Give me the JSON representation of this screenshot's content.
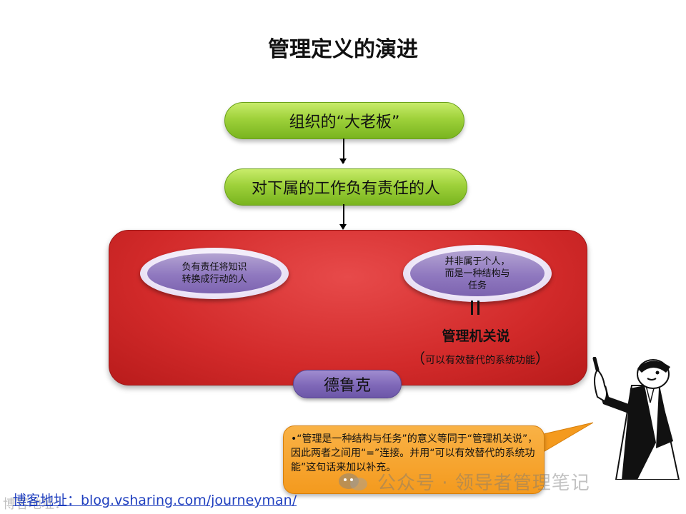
{
  "title": "管理定义的演进",
  "flow": {
    "step1": "组织的“大老板”",
    "step2": "对下属的工作负有责任的人"
  },
  "drucker": {
    "left_oval": [
      "负有责任将知识",
      "转换成行动的人"
    ],
    "right_oval": [
      "并非属于个人，",
      "而是一种结构与",
      "任务"
    ],
    "equals_symbol": "||",
    "mgmt_label": "管理机关说",
    "mgmt_sub_open": "（",
    "mgmt_sub_text": "可以有效替代的系统功能",
    "mgmt_sub_close": "）",
    "tag": "德鲁克"
  },
  "callout": {
    "text": "•“管理是一种结构与任务”的意义等同于“管理机关说”，因此两者之间用“=”连接。并用“可以有效替代的系统功能”这句话来加以补充。"
  },
  "footer": {
    "blog_link": "博客地址：blog.vsharing.com/journeyman/"
  },
  "watermark": {
    "text": "公众号 · 领导者管理笔记",
    "left_text": "博客地址："
  },
  "colors": {
    "green_pill": "#9ed13a",
    "red_box": "#d22a2a",
    "purple": "#8f78bf",
    "orange": "#f49a1e",
    "link": "#1f3fbf"
  },
  "icons": {
    "mascot": "thinking-man-icon",
    "wechat": "wechat-icon"
  }
}
